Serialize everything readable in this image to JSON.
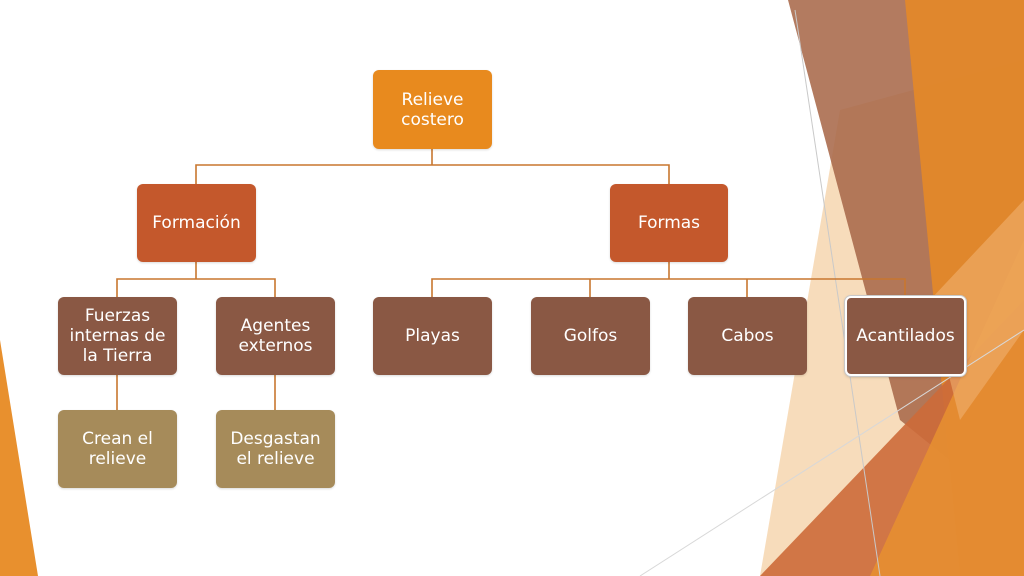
{
  "diagram": {
    "root": "Relieve\ncostero",
    "formacion": {
      "label": "Formación",
      "fuerzas": {
        "label": "Fuerzas\ninternas de\nla Tierra",
        "child": "Crean el\nrelieve"
      },
      "agentes": {
        "label": "Agentes\nexternos",
        "child": "Desgastan\nel relieve"
      }
    },
    "formas": {
      "label": "Formas",
      "items": [
        "Playas",
        "Golfos",
        "Cabos",
        "Acantilados"
      ]
    }
  },
  "colors": {
    "root": "#e88a1e",
    "level1": "#c4582c",
    "level2": "#8a5844",
    "level3": "#a68b5a",
    "connector": "#c8772f"
  }
}
